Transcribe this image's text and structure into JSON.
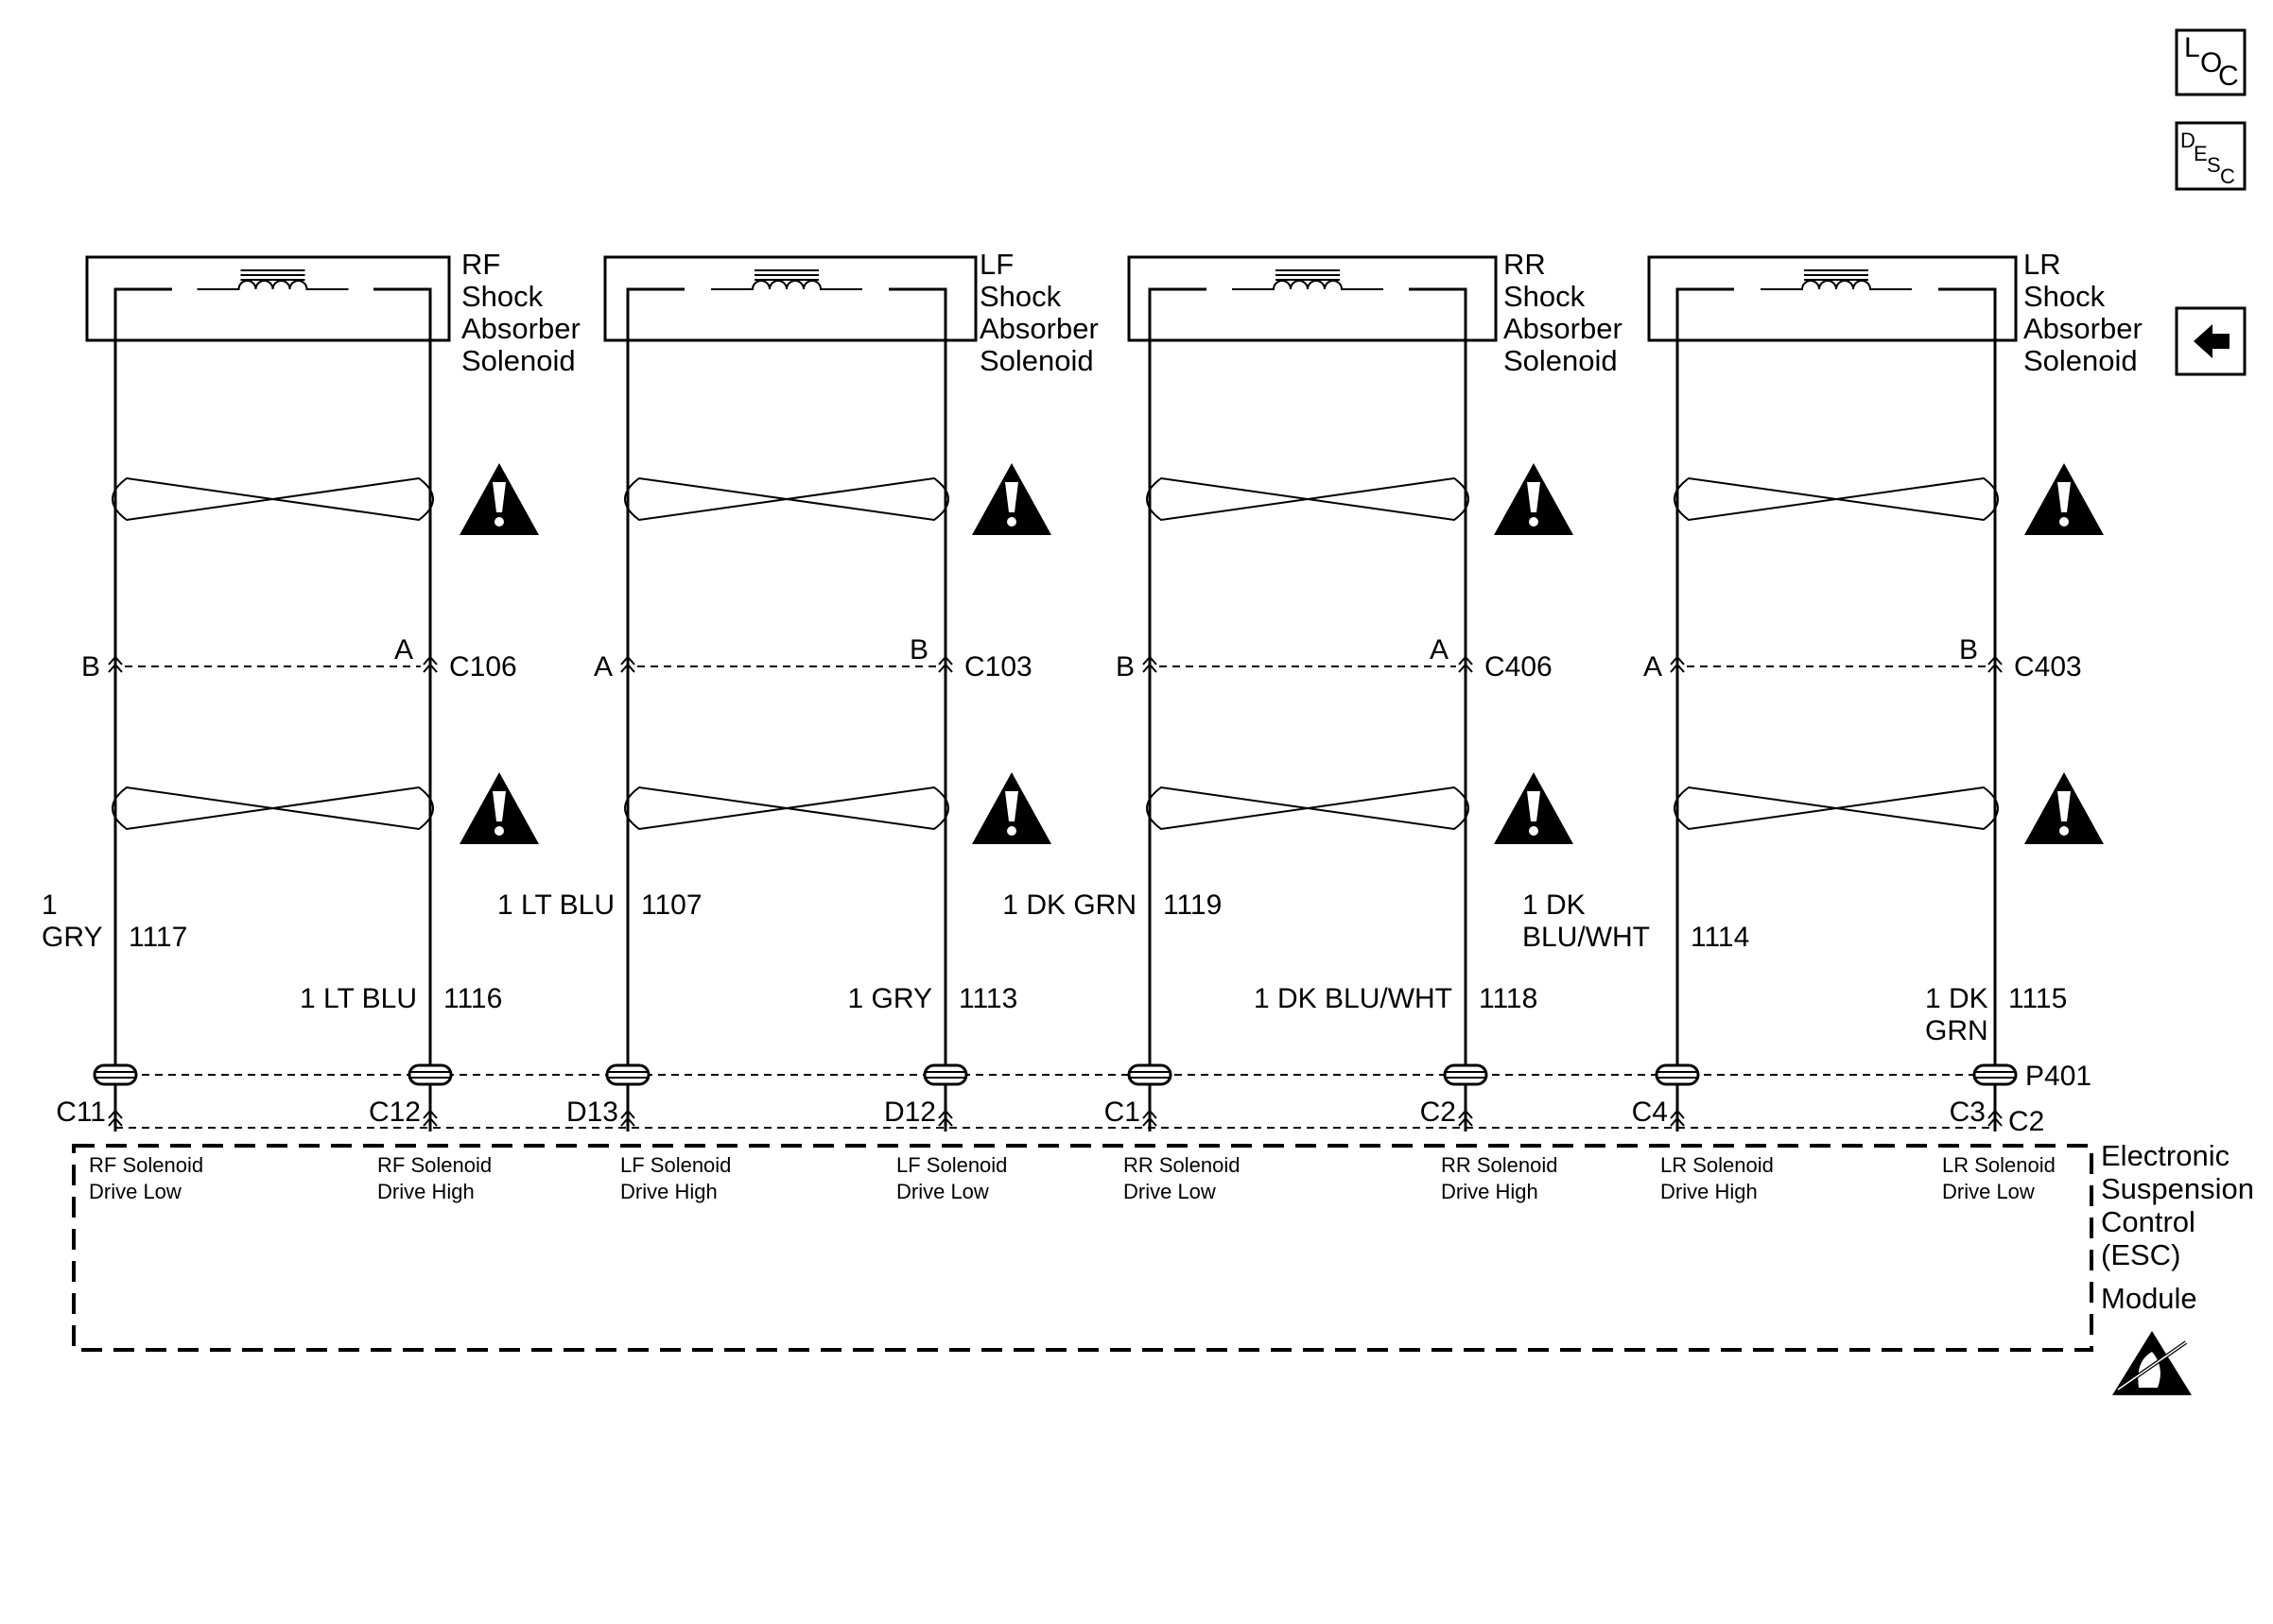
{
  "nav_icons": {
    "loc": {
      "main": "L",
      "sub1": "O",
      "sub2": "C"
    },
    "desc": {
      "main": "D",
      "sub1": "E",
      "sub2": "S",
      "sub3": "C"
    },
    "back_icon": "left-arrow-icon"
  },
  "solenoids": [
    {
      "title": [
        "RF",
        "Shock",
        "Absorber",
        "Solenoid"
      ],
      "connector_top": "C106",
      "pin_left_top": "B",
      "pin_right_top": "A",
      "wire_left": {
        "label_lines": [
          "1",
          "GRY"
        ],
        "circuit": "1117"
      },
      "wire_right": {
        "label_lines": [
          "1 LT BLU"
        ],
        "circuit": "1116"
      },
      "esc_pin_left": "C11",
      "esc_pin_right": "C12",
      "esc_func_left": [
        "RF Solenoid",
        "Drive Low"
      ],
      "esc_func_right": [
        "RF Solenoid",
        "Drive High"
      ]
    },
    {
      "title": [
        "LF",
        "Shock",
        "Absorber",
        "Solenoid"
      ],
      "connector_top": "C103",
      "pin_left_top": "A",
      "pin_right_top": "B",
      "wire_left": {
        "label_lines": [
          "1 LT BLU"
        ],
        "circuit": "1107"
      },
      "wire_right": {
        "label_lines": [
          "1 GRY"
        ],
        "circuit": "1113"
      },
      "esc_pin_left": "D13",
      "esc_pin_right": "D12",
      "esc_func_left": [
        "LF Solenoid",
        "Drive High"
      ],
      "esc_func_right": [
        "LF Solenoid",
        "Drive Low"
      ]
    },
    {
      "title": [
        "RR",
        "Shock",
        "Absorber",
        "Solenoid"
      ],
      "connector_top": "C406",
      "pin_left_top": "B",
      "pin_right_top": "A",
      "wire_left": {
        "label_lines": [
          "1 DK GRN"
        ],
        "circuit": "1119"
      },
      "wire_right": {
        "label_lines": [
          "1 DK BLU/WHT"
        ],
        "circuit": "1118"
      },
      "esc_pin_left": "C1",
      "esc_pin_right": "C2",
      "esc_func_left": [
        "RR Solenoid",
        "Drive Low"
      ],
      "esc_func_right": [
        "RR Solenoid",
        "Drive High"
      ]
    },
    {
      "title": [
        "LR",
        "Shock",
        "Absorber",
        "Solenoid"
      ],
      "connector_top": "C403",
      "pin_left_top": "A",
      "pin_right_top": "B",
      "wire_left": {
        "label_lines": [
          "1 DK",
          "BLU/WHT"
        ],
        "circuit": "1114"
      },
      "wire_right": {
        "label_lines": [
          "1 DK",
          "GRN"
        ],
        "circuit": "1115"
      },
      "esc_pin_left": "C4",
      "esc_pin_right": "C3",
      "esc_func_left": [
        "LR Solenoid",
        "Drive High"
      ],
      "esc_func_right": [
        "LR Solenoid",
        "Drive Low"
      ]
    }
  ],
  "inline_connector": "P401",
  "module_connector": "C2",
  "module": {
    "title": [
      "Electronic",
      "Suspension",
      "Control",
      "(ESC)",
      "Module"
    ],
    "esd_icon": "esd-warning-icon"
  },
  "twisted_pair_icon": "caution-triangle-icon"
}
